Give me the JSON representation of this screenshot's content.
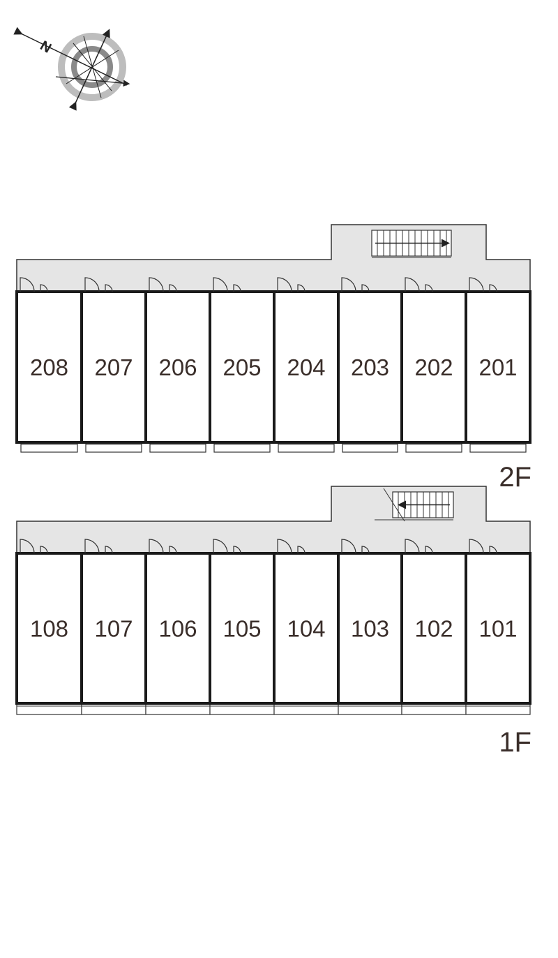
{
  "compass": {
    "north_label": "N",
    "icon": "compass-rose-icon"
  },
  "colors": {
    "corridor": "#e5e5e5",
    "wall": "#1a1a1a",
    "text": "#3a2e2a"
  },
  "floors": [
    {
      "id": "2F",
      "label": "2F",
      "units": [
        "208",
        "207",
        "206",
        "205",
        "204",
        "203",
        "202",
        "201"
      ],
      "stair_direction": "up"
    },
    {
      "id": "1F",
      "label": "1F",
      "units": [
        "108",
        "107",
        "106",
        "105",
        "104",
        "103",
        "102",
        "101"
      ],
      "stair_direction": "down"
    }
  ]
}
